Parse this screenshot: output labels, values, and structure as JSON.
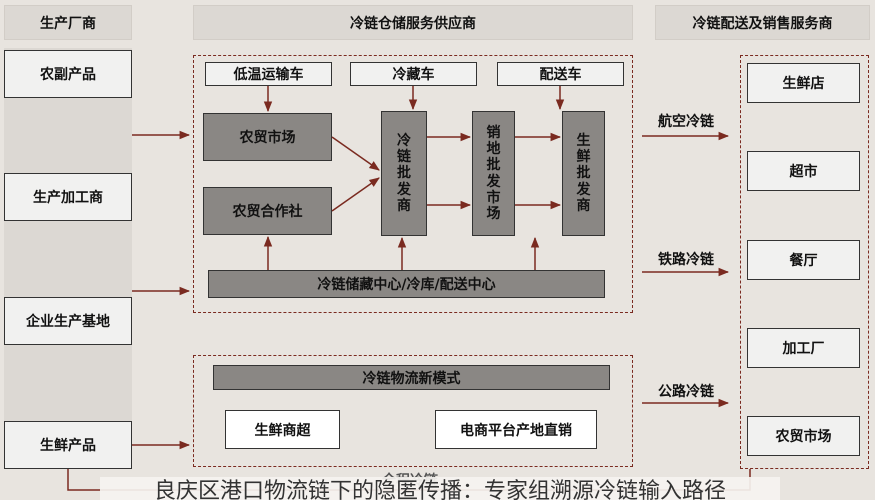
{
  "headers": {
    "producers": "生产厂商",
    "warehouse": "冷链仓储服务供应商",
    "distribution": "冷链配送及销售服务商"
  },
  "producers": [
    "农副产品",
    "生产加工商",
    "企业生产基地",
    "生鲜产品"
  ],
  "vehicles": [
    "低温运输车",
    "冷藏车",
    "配送车"
  ],
  "markets": [
    "农贸市场",
    "农贸合作社"
  ],
  "vertical_boxes": {
    "cold_chain_wholesaler": "冷链批发商",
    "sales_wholesale_market": "销地批发市场",
    "fresh_wholesaler": "生鲜批发商"
  },
  "storage_center": "冷链储藏中心/冷库/配送中心",
  "new_mode": {
    "title": "冷链物流新模式",
    "items": [
      "生鲜商超",
      "电商平台产地直销"
    ],
    "footer_partial": "全程冷链"
  },
  "transport_modes": [
    "航空冷链",
    "铁路冷链",
    "公路冷链"
  ],
  "outlets": [
    "生鲜店",
    "超市",
    "餐厅",
    "加工厂",
    "农贸市场"
  ],
  "caption": "良庆区港口物流链下的隐匿传播：专家组溯源冷链输入路径",
  "colors": {
    "arrow": "#7a2a20",
    "dark_box": "#8a8784",
    "background": "#e8e4df"
  }
}
